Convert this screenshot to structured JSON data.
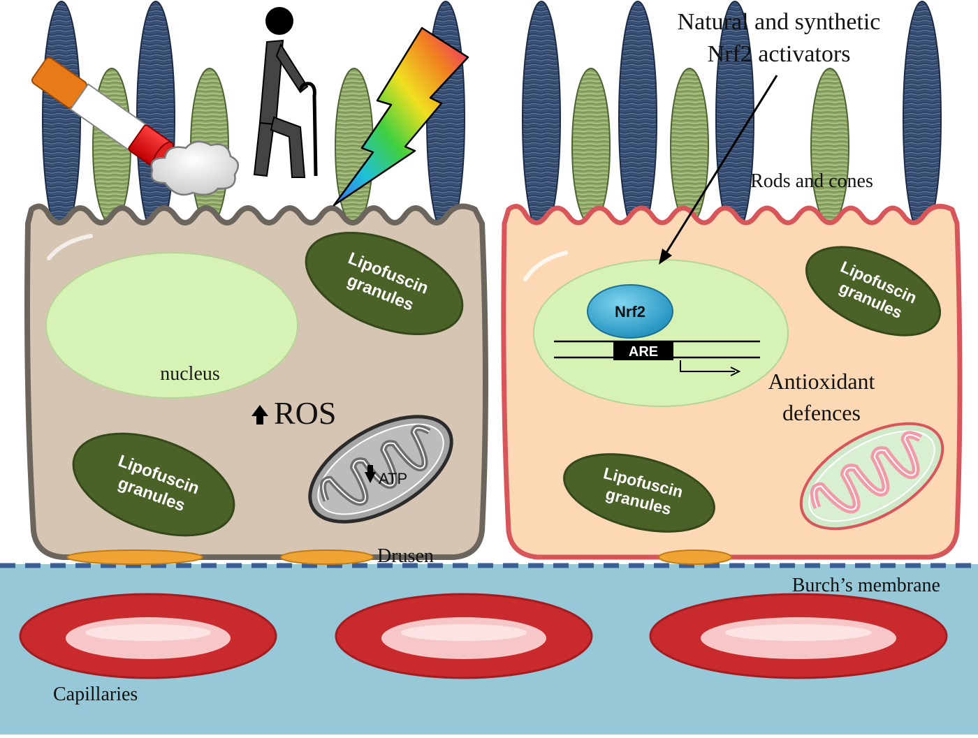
{
  "labels": {
    "nucleus": "nucleus",
    "ros": "ROS",
    "atp": "ATP",
    "lipofuscin_line1": "Lipofuscin",
    "lipofuscin_line2": "granules",
    "drusen": "Drusen",
    "burchs_membrane": "Burch’s membrane",
    "capillaries": "Capillaries",
    "activators_line1": "Natural and synthetic",
    "activators_line2": "Nrf2 activators",
    "rods_and_cones": "Rods and cones",
    "nrf2": "Nrf2",
    "are": "ARE",
    "antioxidant_line1": "Antioxidant",
    "antioxidant_line2": "defences"
  },
  "icons": {
    "cigarette": "cigarette-icon",
    "smoke": "smoke-cloud-icon",
    "elderly": "elderly-person-with-cane-icon",
    "light": "rainbow-lightning-bolt-icon"
  },
  "colors": {
    "choroid": "#97c8d8",
    "membrane_dash": "#3a5f95",
    "capillary_outer": "#c82a2e",
    "capillary_inner": "#f7c7c7",
    "rod": "#2e4568",
    "cone": "#8fa868",
    "cell_damaged": "#d7c5b4",
    "cell_damaged_border": "#6c655e",
    "cell_healthy": "#fcd9b4",
    "cell_healthy_border": "#d8555a",
    "nucleus": "#d6f2b4",
    "lipofuscin": "#4a6228",
    "drusen": "#efa433",
    "nrf2": "#2aa0c8",
    "mito_damaged": "#a5a5a5",
    "mito_healthy": "#cfe8c8",
    "mito_healthy_cristae": "#f19aa8"
  }
}
